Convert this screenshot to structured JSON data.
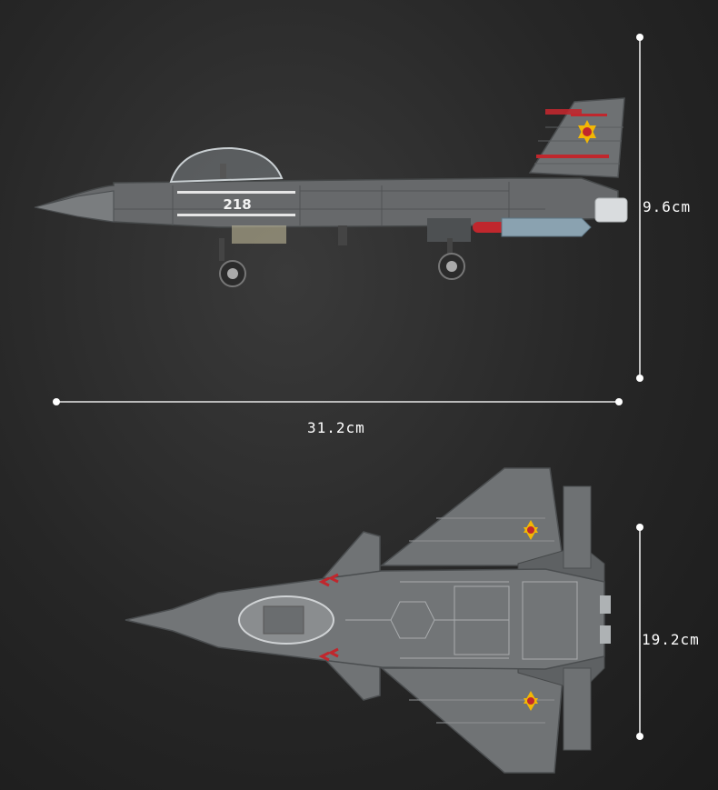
{
  "dimensions": {
    "side_height": "9.6cm",
    "length": "31.2cm",
    "top_width": "19.2cm"
  },
  "aircraft": {
    "tail_number": "218"
  },
  "colors": {
    "background": "#262626",
    "hull": "#6b6e70",
    "hull_dark": "#4f5254",
    "accent_red": "#c0272d",
    "star_yellow": "#f2b705"
  }
}
